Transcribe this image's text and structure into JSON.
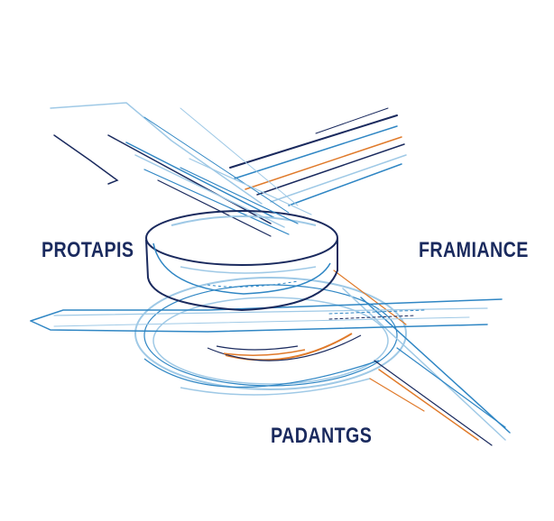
{
  "labels": {
    "left": "PROTAPIS",
    "right": "FRAMIANCE",
    "bottom": "PADANTGS"
  },
  "colors": {
    "navy": "#1a2a5e",
    "blue": "#2f86c4",
    "light_blue": "#9fc9e6",
    "orange": "#e07a2a",
    "background": "#ffffff"
  }
}
